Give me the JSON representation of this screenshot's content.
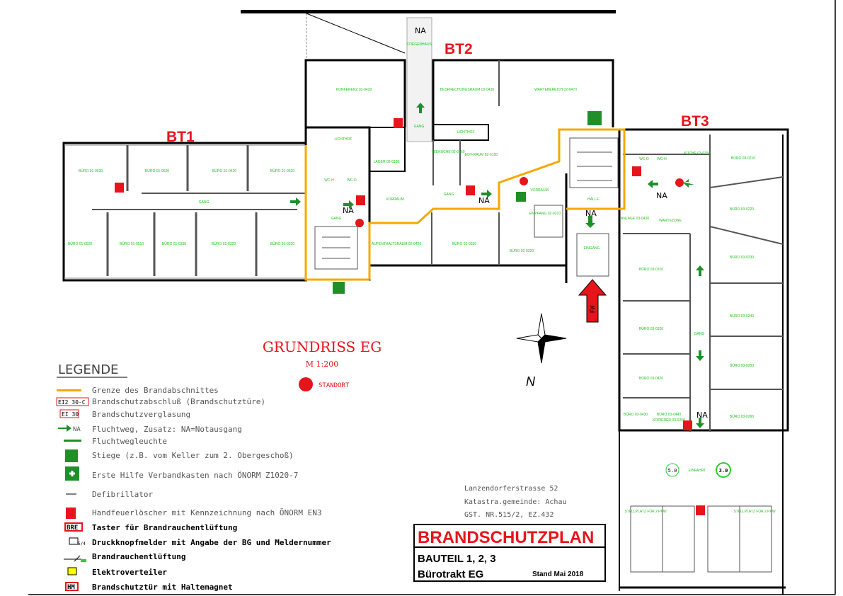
{
  "sections": {
    "bt1": "BT1",
    "bt2": "BT2",
    "bt3": "BT3"
  },
  "plan": {
    "title": "GRUNDRISS EG",
    "scale": "M 1:200",
    "standort_label": "STANDORT",
    "compass_label": "N",
    "fw_label": "FW",
    "exit_label": "NA"
  },
  "rooms": {
    "bt1": [
      "BÜRO 01-0530",
      "BÜRO 01-0520",
      "BÜRO 01-0420",
      "BÜRO 01-0510",
      "GANG",
      "BÜRO 01-0520",
      "BÜRO 01-0510",
      "BÜRO 01-0330",
      "BÜRO 01-0320",
      "BÜRO 01-0310"
    ],
    "bt2": [
      "KONFERENZ 02-0420",
      "BESPRECHUNGSRAUM 02-0430",
      "WARTEBEREICH 02-0470",
      "LICHTHOF",
      "LICHTHOF",
      "WC-H",
      "WC-D",
      "GANG",
      "LAGER 02-0180",
      "TEEKÜCHE 02-0160",
      "EDV-RAUM 02-0150",
      "VORRAUM",
      "GANG",
      "GANG",
      "AUFENTHALTSRAUM 02-0420",
      "BÜRO 02-0330",
      "BÜRO 02-0320",
      "EMPFANG 02-0210",
      "VORRAUM",
      "HALLE",
      "EINGANG",
      "STIEGENHAUS"
    ],
    "bt3": [
      "WC-D",
      "WC-H",
      "KÜCHE 03-0150",
      "ANLAGE 03-0430",
      "WARTEZONE",
      "BÜRO 03-0310",
      "BÜRO 03-0320",
      "BÜRO 03-0420",
      "BÜRO 03-0430",
      "BÜRO 03-0440",
      "KOPIERER 03-0250",
      "GANG",
      "BÜRO 03-0210",
      "BÜRO 03-0220",
      "BÜRO 03-0230",
      "BÜRO 03-0240",
      "BÜRO 03-0250",
      "BÜRO 03-0260"
    ],
    "parking": [
      "EINFAHRT",
      "STELLPLATZ FÜR 2 PKW",
      "STELLPLATZ FÜR 2 PKW"
    ],
    "signs": [
      "5.0",
      "3.0"
    ]
  },
  "legend": {
    "title": "LEGENDE",
    "items": [
      {
        "symbol": "",
        "label": "Grenze des Brandabschnittes"
      },
      {
        "symbol": "EI2 30-C",
        "label": "Brandschutzabschluß (Brandschutztüre)"
      },
      {
        "symbol": "EI 30",
        "label": "Brandschutzverglasung"
      },
      {
        "symbol": "NA",
        "label": "Fluchtweg, Zusatz: NA=Notausgang"
      },
      {
        "symbol": "",
        "label": "Fluchtwegleuchte"
      },
      {
        "symbol": "",
        "label": "Stiege (z.B. vom Keller zum 2. Obergeschoß)"
      },
      {
        "symbol": "",
        "label": "Erste Hilfe Verbandkasten nach ÖNORM Z1020-7"
      },
      {
        "symbol": "",
        "label": "Defibrillator"
      },
      {
        "symbol": "",
        "label": "Handfeuerlöscher mit Kennzeichnung nach ÖNORM EN3"
      },
      {
        "symbol": "BRE",
        "label": "Taster für Brandrauchentlüftung"
      },
      {
        "symbol": "5/4",
        "label": "Druckknopfmelder mit Angabe der BG und Meldernummer"
      },
      {
        "symbol": "",
        "label": "Brandrauchentlüftung"
      },
      {
        "symbol": "",
        "label": "Elektroverteiler"
      },
      {
        "symbol": "HM",
        "label": "Brandschutztür mit Haltemagnet"
      }
    ]
  },
  "address": {
    "street": "Lanzendorferstrasse 52",
    "cadastral": "Katastra.gemeinde: Achau",
    "parcel": "GST. NR.515/2,   EZ.432"
  },
  "title_block": {
    "title": "BRANDSCHUTZPLAN",
    "part": "BAUTEIL 1, 2, 3",
    "subtitle": "Bürotrakt EG",
    "date": "Stand Mai 2018"
  },
  "colors": {
    "red": "#e8141b",
    "green": "#1f8f2a",
    "orange": "#f5a800",
    "room_text": "#22c322"
  }
}
